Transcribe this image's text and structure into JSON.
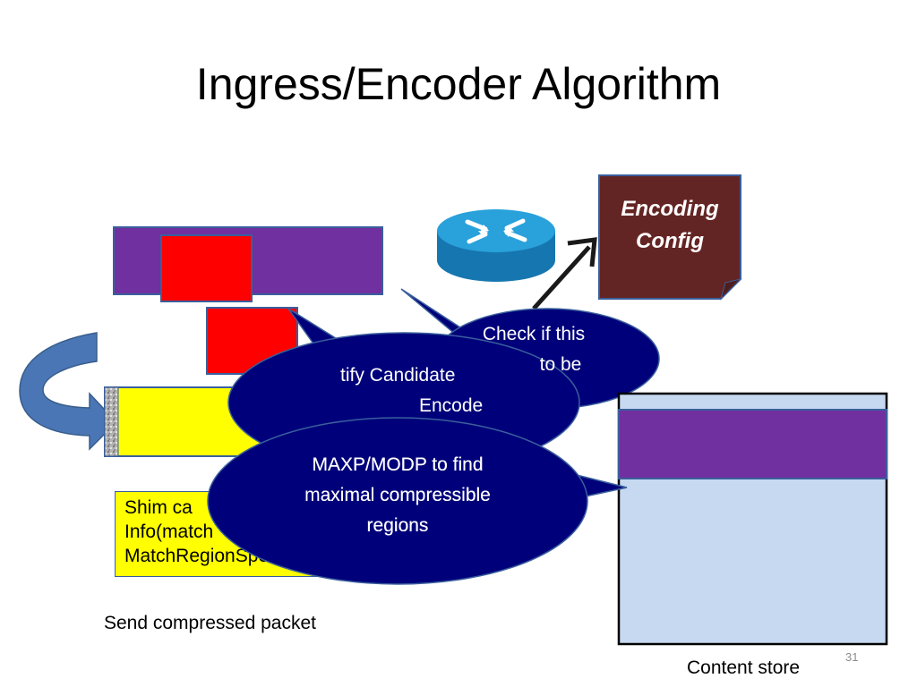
{
  "slide": {
    "title": "Ingress/Encoder Algorithm",
    "page_number": "31"
  },
  "encoding_config": {
    "line1": "Encoding",
    "line2": "Config"
  },
  "bubbles": {
    "check": {
      "line1": "Check if this",
      "line2": "to be",
      "line3": ""
    },
    "identify": {
      "line1": "tify Candidate",
      "line2": "Encode"
    },
    "maxp": {
      "line1": "MAXP/MODP to find",
      "line2": "maximal compressible",
      "line3": "regions"
    }
  },
  "shim": {
    "text": "Shim ca\nInfo(match\nMatchRegionSpe"
  },
  "labels": {
    "send": "Send compressed packet",
    "content_store": "Content store"
  },
  "colors": {
    "purple": "#7030a0",
    "red": "#ff0000",
    "yellow": "#ffff00",
    "bubble": "#00007a",
    "config": "#632523",
    "store": "#c6d9f1",
    "router": "#1f8fc9",
    "arrow_blue": "#4a76b6"
  },
  "icons": {
    "router": "router-icon",
    "curved_arrow": "curved-arrow-icon",
    "pointer_arrow": "pointer-arrow-icon"
  }
}
